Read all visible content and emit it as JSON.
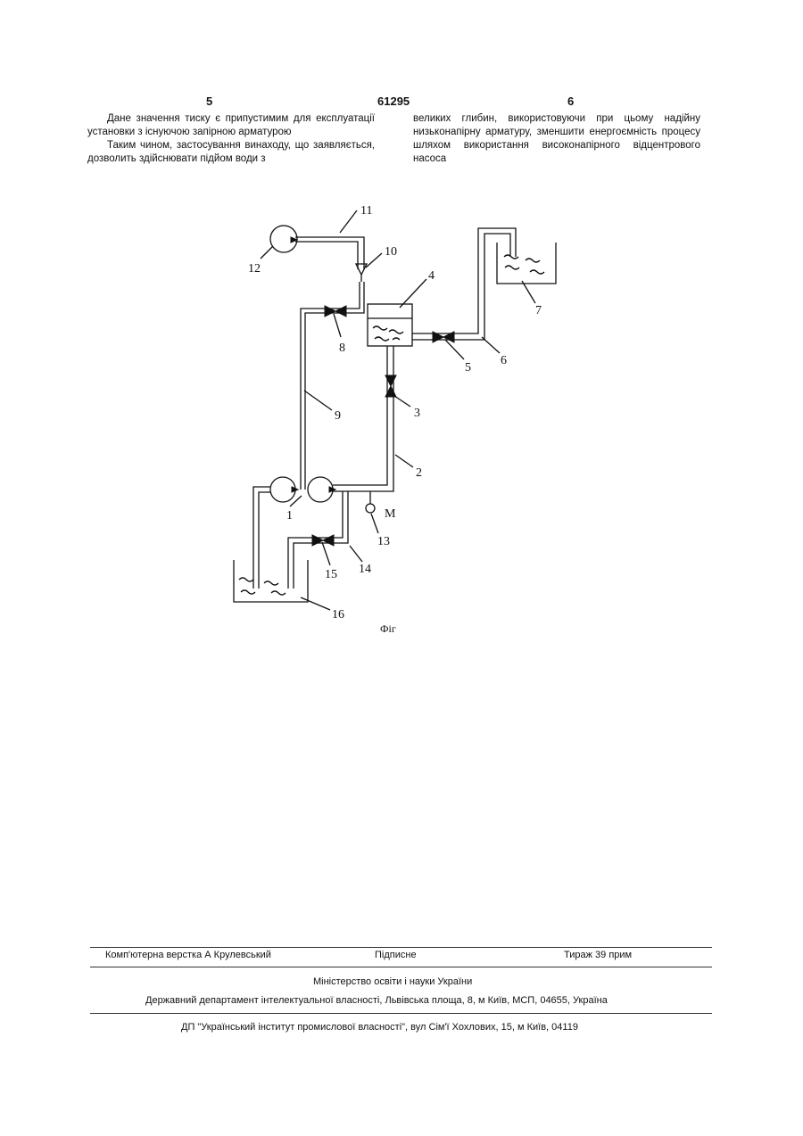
{
  "header": {
    "left_page": "5",
    "doc_number": "61295",
    "right_page": "6"
  },
  "text": {
    "left_p1": "Дане значення тиску є припустимим для експлуатації установки з існуючою запірною арматурою",
    "left_p2": "Таким чином, застосування винаходу, що заявляється, дозволить здійснювати підйом води з",
    "right_p1": "великих глибин, використовуючи при цьому надійну низьконапірну арматуру, зменшити енергоємність процесу шляхом використання високонапірного відцентрового насоса"
  },
  "figure": {
    "labels": {
      "l1": "1",
      "l2": "2",
      "l3": "3",
      "l4": "4",
      "l5": "5",
      "l6": "6",
      "l7": "7",
      "l8": "8",
      "l9": "9",
      "l10": "10",
      "l11": "11",
      "l12": "12",
      "l13": "13",
      "l14": "14",
      "l15": "15",
      "l16": "16",
      "m": "M"
    },
    "caption": "Фіг"
  },
  "footer": {
    "layout": "Комп'ютерна верстка А  Крулевський",
    "signed": "Підписне",
    "circulation": "Тираж 39 прим",
    "ministry": "Міністерство освіти і науки України",
    "department": "Державний департамент інтелектуальної власності, Львівська площа, 8, м  Київ, МСП, 04655, Україна",
    "institute": "ДП \"Український інститут промислової власності\", вул  Сім'ї Хохлових, 15, м  Київ, 04119"
  }
}
